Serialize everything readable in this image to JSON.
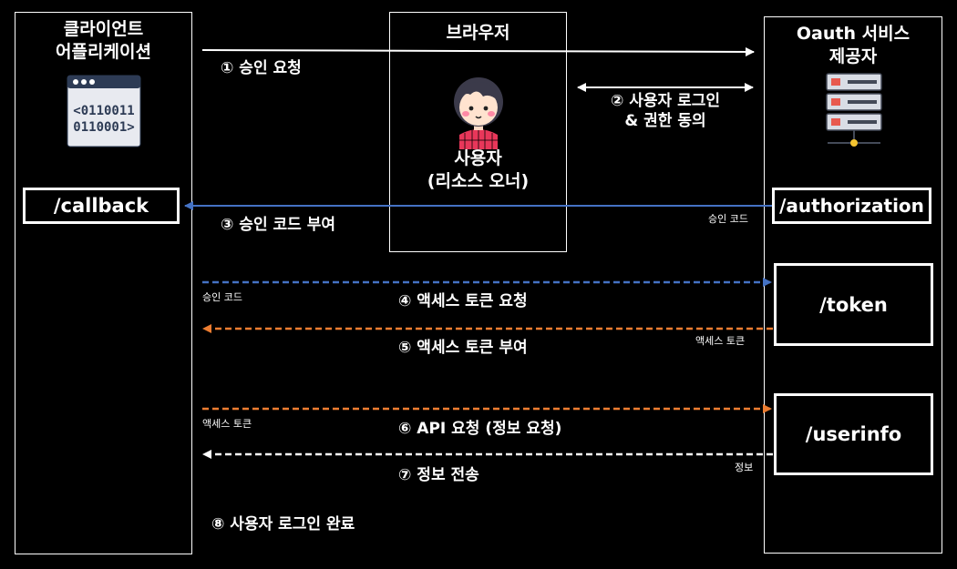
{
  "lanes": {
    "client": {
      "title_line1": "클라이언트",
      "title_line2": "어플리케이션",
      "icon": "binary-code-window-icon"
    },
    "browser": {
      "title": "브라우저",
      "user_line1": "사용자",
      "user_line2": "(리소스 오너)",
      "icon": "user-avatar-icon"
    },
    "provider": {
      "title_line1": "Oauth 서비스",
      "title_line2": "제공자",
      "icon": "server-rack-icon"
    }
  },
  "endpoints": {
    "callback": "/callback",
    "authorization": "/authorization",
    "token": "/token",
    "userinfo": "/userinfo"
  },
  "steps": {
    "s1": "① 승인 요청",
    "s2_line1": "② 사용자 로그인",
    "s2_line2": "& 권한 동의",
    "s3": "③ 승인 코드 부여",
    "s4": "④ 액세스 토큰 요청",
    "s5": "⑤ 액세스 토큰 부여",
    "s6": "⑥ API 요청 (정보 요청)",
    "s7": "⑦ 정보 전송",
    "s8": "⑧ 사용자 로그인 완료"
  },
  "payloads": {
    "p3": "승인 코드",
    "p4": "승인 코드",
    "p5": "액세스 토큰",
    "p6": "액세스 토큰",
    "p7": "정보"
  },
  "colors": {
    "background": "#000000",
    "white": "#ffffff",
    "blue": "#4472c4",
    "orange": "#ed7d31"
  }
}
